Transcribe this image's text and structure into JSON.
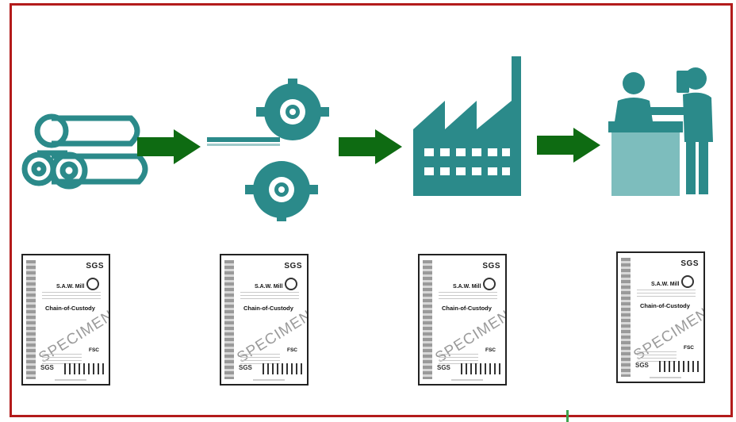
{
  "colors": {
    "border": "#b31b1b",
    "icon_teal": "#2b8a8a",
    "arrow_green": "#0e6b12"
  },
  "stages": [
    {
      "icon": "log-pile-icon"
    },
    {
      "icon": "sawmill-gears-icon"
    },
    {
      "icon": "factory-icon"
    },
    {
      "icon": "retail-counter-icon"
    }
  ],
  "certificate": {
    "brand": "SGS",
    "holder": "S.A.W. Mill",
    "title": "Chain-of-Custody",
    "watermark": "SPECIMEN",
    "logo": "FSC",
    "footer_brand": "SGS"
  }
}
